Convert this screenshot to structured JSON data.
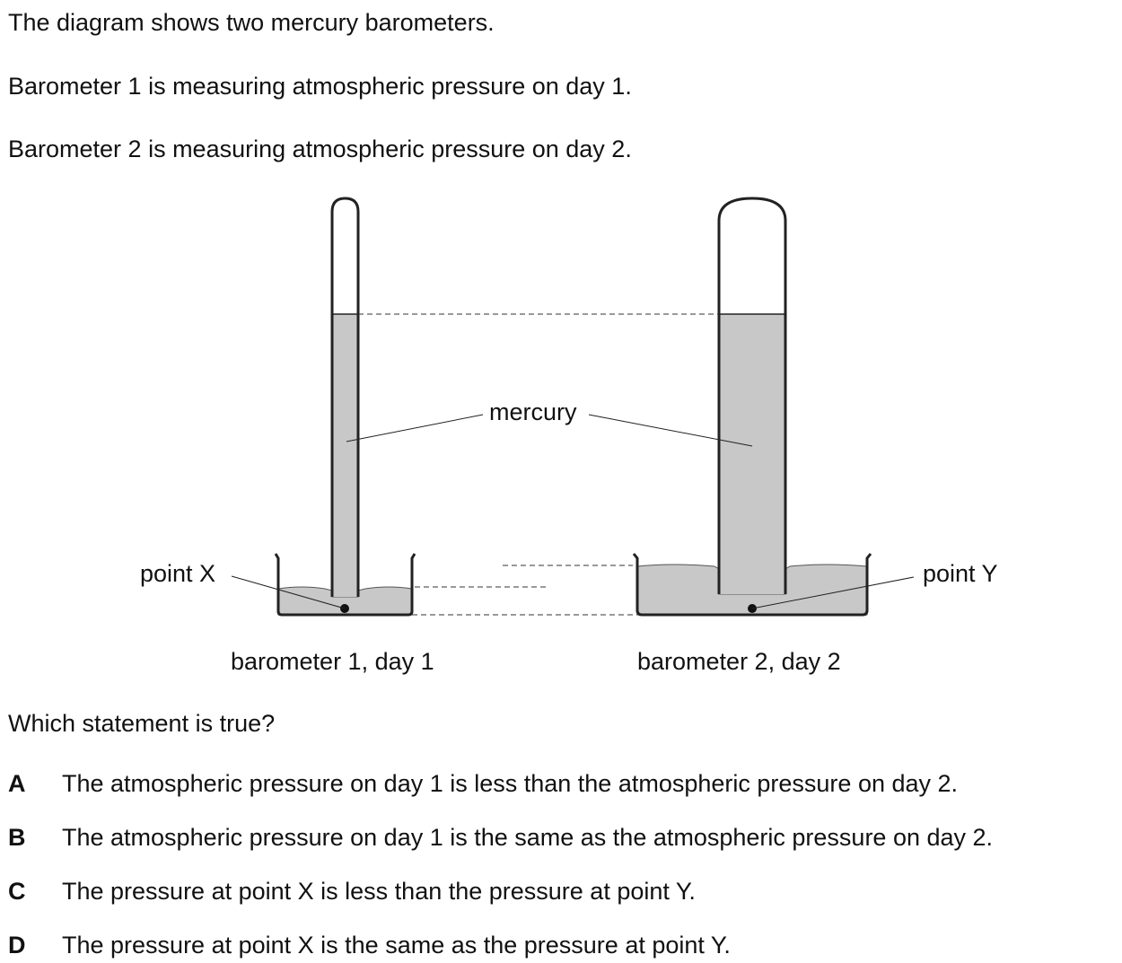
{
  "intro": {
    "line1": "The diagram shows two mercury barometers.",
    "line2": "Barometer 1 is measuring atmospheric pressure on day 1.",
    "line3": "Barometer 2 is measuring atmospheric pressure on day 2."
  },
  "diagram": {
    "mercury_label": "mercury",
    "point_x_label": "point X",
    "point_y_label": "point Y",
    "barometer1_caption": "barometer 1, day 1",
    "barometer2_caption": "barometer 2, day 2",
    "colors": {
      "mercury": "#c8c8c8",
      "outline": "#222222"
    }
  },
  "question": "Which statement is true?",
  "options": [
    {
      "letter": "A",
      "text": "The atmospheric pressure on day 1 is less than the atmospheric pressure on day 2."
    },
    {
      "letter": "B",
      "text": "The atmospheric pressure on day 1 is the same as the atmospheric pressure on day 2."
    },
    {
      "letter": "C",
      "text": "The pressure at point X is less than the pressure at point Y."
    },
    {
      "letter": "D",
      "text": "The pressure at point X is the same as the pressure at point Y."
    }
  ]
}
